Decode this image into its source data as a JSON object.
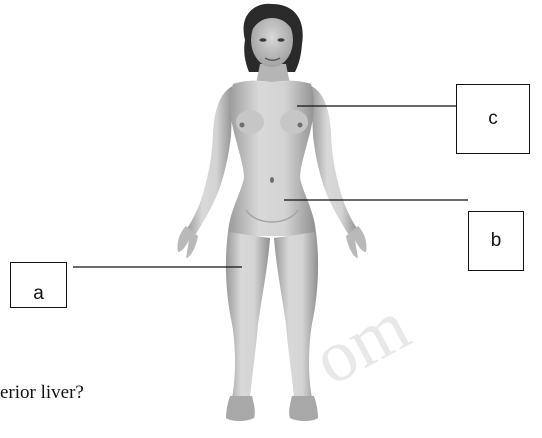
{
  "labels": {
    "a": "a",
    "b": "b",
    "c": "c"
  },
  "question_fragment": "erior liver?",
  "watermark_text": "om",
  "colors": {
    "skin_light": "#d6d6d6",
    "skin_dark": "#8e8e8e",
    "hair": "#2a2a2a",
    "lines": "#111111"
  }
}
